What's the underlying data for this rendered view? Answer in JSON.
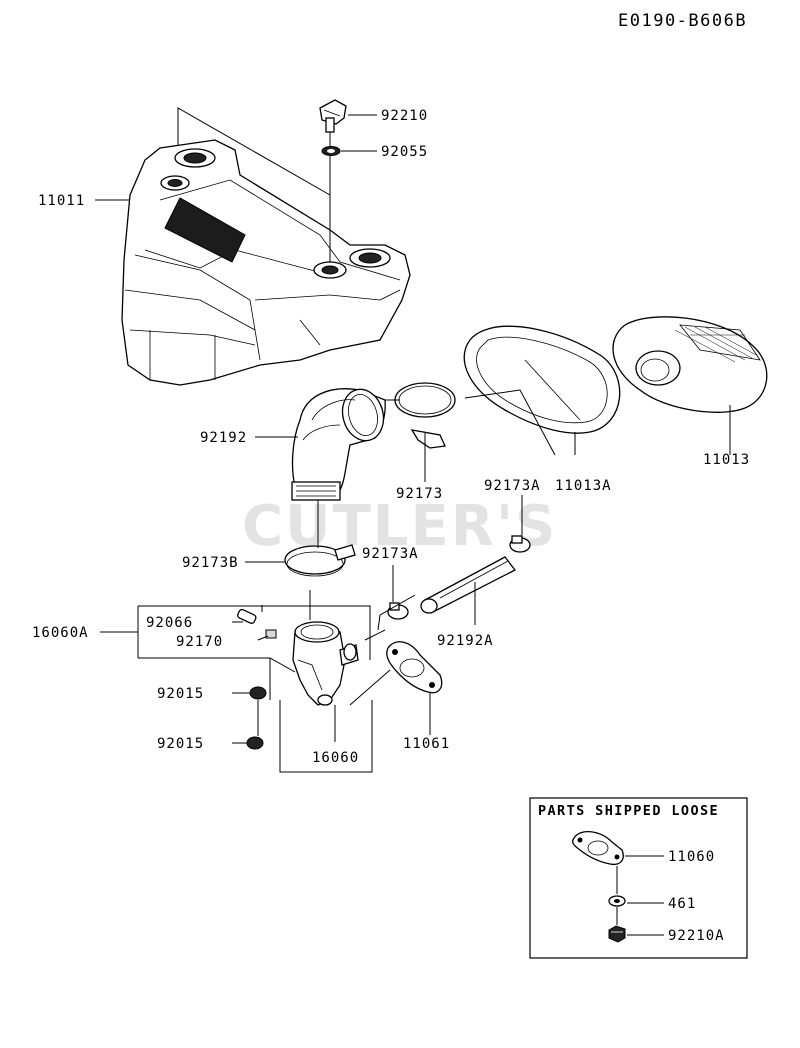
{
  "diagram_code": "E0190-B606B",
  "watermark": "CUTLER'S",
  "loose_parts_box": {
    "title": "PARTS SHIPPED LOOSE"
  },
  "labels": {
    "p92210": "92210",
    "p92055": "92055",
    "p11011": "11011",
    "p92192": "92192",
    "p92173": "92173",
    "p92173A_top": "92173A",
    "p11013A": "11013A",
    "p11013": "11013",
    "p92173B": "92173B",
    "p92173A_mid": "92173A",
    "p92066": "92066",
    "p16060A": "16060A",
    "p92170": "92170",
    "p92192A": "92192A",
    "p92015_a": "92015",
    "p92015_b": "92015",
    "p16060": "16060",
    "p11061": "11061",
    "p11060": "11060",
    "p461": "461",
    "p92210A": "92210A"
  }
}
